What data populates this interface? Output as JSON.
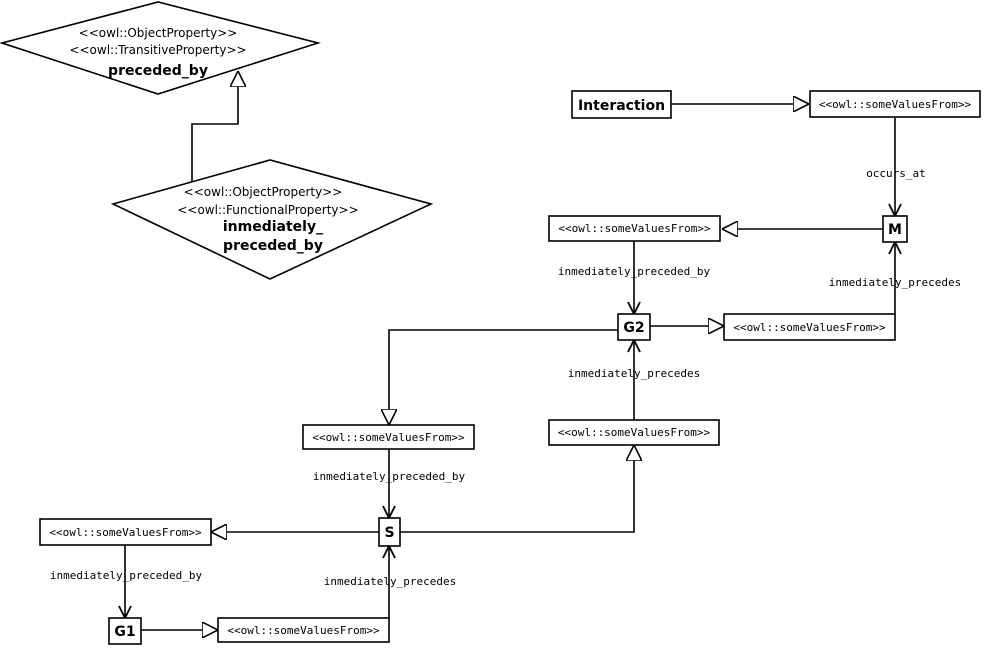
{
  "diamonds": {
    "preceded_by": {
      "stereotype1": "<<owl::ObjectProperty>>",
      "stereotype2": "<<owl::TransitiveProperty>>",
      "name": "preceded_by"
    },
    "inmediately_preceded_by": {
      "stereotype1": "<<owl::ObjectProperty>>",
      "stereotype2": "<<owl::FunctionalProperty>>",
      "name_line1": "inmediately_",
      "name_line2": "preceded_by"
    }
  },
  "classes": {
    "interaction": "Interaction",
    "m": "M",
    "g2": "G2",
    "s": "S",
    "g1": "G1"
  },
  "restrictions": {
    "r_interaction": "<<owl::someValuesFrom>>",
    "r_m_left": "<<owl::someValuesFrom>>",
    "r_g2_right": "<<owl::someValuesFrom>>",
    "r_s_top": "<<owl::someValuesFrom>>",
    "r_s_right": "<<owl::someValuesFrom>>",
    "r_s_left": "<<owl::someValuesFrom>>",
    "r_g1_right": "<<owl::someValuesFrom>>"
  },
  "edge_labels": {
    "occurs_at": "occurs_at",
    "m_g2_preceded": "inmediately_preceded_by",
    "g2_m_precedes": "inmediately_precedes",
    "s_g2_precedes": "inmediately_precedes",
    "g2_s_preceded": "inmediately_preceded_by",
    "s_g1_preceded": "inmediately_preceded_by",
    "g1_s_precedes": "inmediately_precedes"
  }
}
